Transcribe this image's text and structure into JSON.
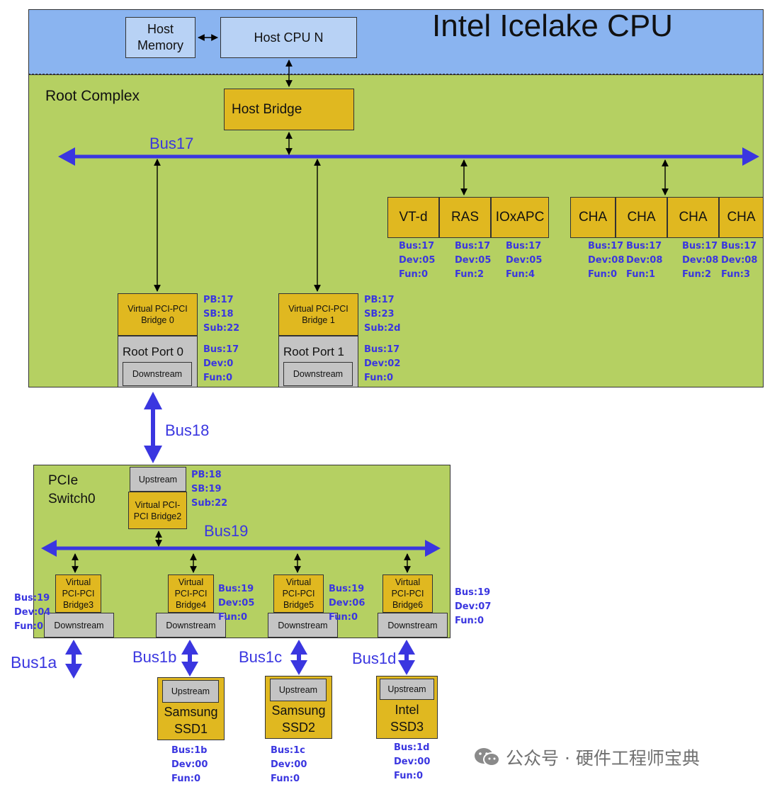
{
  "title": "Intel Icelake CPU",
  "root_complex_label": "Root Complex",
  "host_memory": "Host Memory",
  "host_cpu": "Host CPU N",
  "host_bridge": "Host Bridge",
  "bus17": "Bus17",
  "bus18": "Bus18",
  "bus19": "Bus19",
  "rc_devices": [
    {
      "label": "VT-d",
      "info": "Bus:17\nDev:05\nFun:0"
    },
    {
      "label": "RAS",
      "info": "Bus:17\nDev:05\nFun:2"
    },
    {
      "label": "IOxAPC",
      "info": "Bus:17\nDev:05\nFun:4"
    }
  ],
  "cha_devices": [
    {
      "label": "CHA",
      "info": "Bus:17\nDev:08\nFun:0"
    },
    {
      "label": "CHA",
      "info": "Bus:17\nDev:08\nFun:1"
    },
    {
      "label": "CHA",
      "info": "Bus:17\nDev:08\nFun:2"
    },
    {
      "label": "CHA",
      "info": "Bus:17\nDev:08\nFun:3"
    }
  ],
  "root_ports": [
    {
      "bridge": "Virtual PCI-PCI Bridge 0",
      "port": "Root Port 0",
      "downstream": "Downstream",
      "bridge_info": "PB:17\nSB:18\nSub:22",
      "port_info": "Bus:17\nDev:0\nFun:0"
    },
    {
      "bridge": "Virtual PCI-PCI Bridge 1",
      "port": "Root Port 1",
      "downstream": "Downstream",
      "bridge_info": "PB:17\nSB:23\nSub:2d",
      "port_info": "Bus:17\nDev:02\nFun:0"
    }
  ],
  "switch": {
    "label": "PCIe Switch0",
    "upstream": "Upstream",
    "bridge": "Virtual PCI-PCI Bridge2",
    "bridge_info": "PB:18\nSB:19\nSub:22"
  },
  "switch_ports": [
    {
      "bridge": "Virtual PCI-PCI Bridge3",
      "downstream": "Downstream",
      "info": "Bus:19\nDev:04\nFun:0",
      "bus": "Bus1a"
    },
    {
      "bridge": "Virtual PCI-PCI Bridge4",
      "downstream": "Downstream",
      "info": "Bus:19\nDev:05\nFun:0",
      "bus": "Bus1b"
    },
    {
      "bridge": "Virtual PCI-PCI Bridge5",
      "downstream": "Downstream",
      "info": "Bus:19\nDev:06\nFun:0",
      "bus": "Bus1c"
    },
    {
      "bridge": "Virtual PCI-PCI Bridge6",
      "downstream": "Downstream",
      "info": "Bus:19\nDev:07\nFun:0",
      "bus": "Bus1d"
    }
  ],
  "ssds": [
    {
      "upstream": "Upstream",
      "name": "Samsung SSD1",
      "info": "Bus:1b\nDev:00\nFun:0"
    },
    {
      "upstream": "Upstream",
      "name": "Samsung SSD2",
      "info": "Bus:1c\nDev:00\nFun:0"
    },
    {
      "upstream": "Upstream",
      "name": "Intel SSD3",
      "info": "Bus:1d\nDev:00\nFun:0"
    }
  ],
  "watermark": "公众号 · 硬件工程师宝典",
  "colors": {
    "bus_blue": "#3a36e0",
    "cpu_blue": "#8ab4f0",
    "complex_green": "#b5d062",
    "device_gold": "#e0b820",
    "port_gray": "#c4c4c4"
  }
}
